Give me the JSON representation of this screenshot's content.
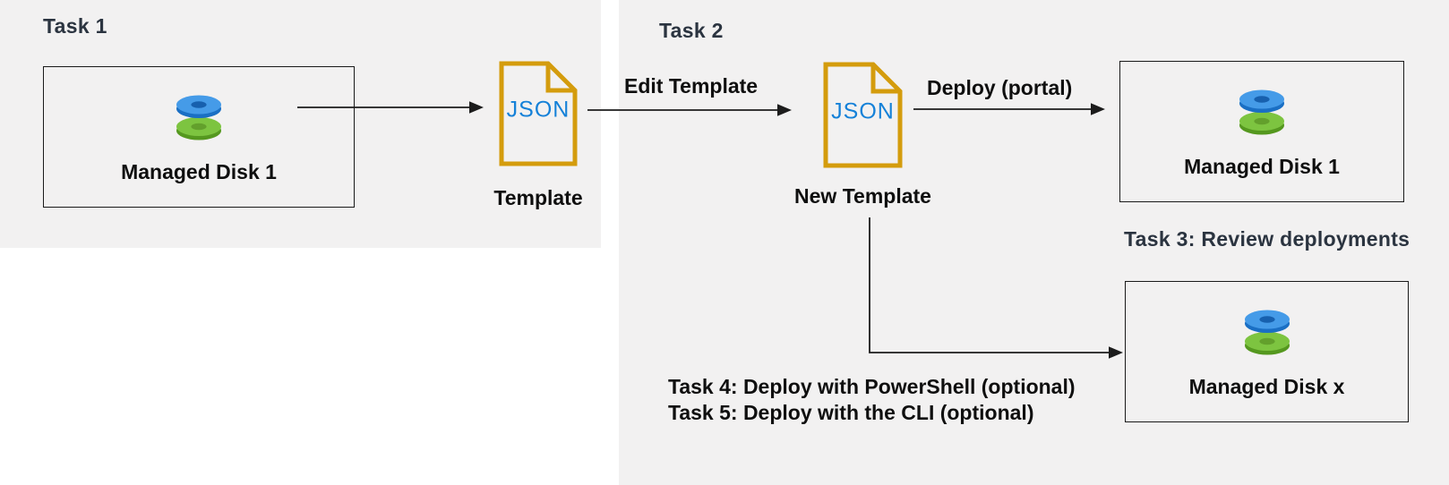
{
  "task1": {
    "title": "Task 1",
    "disk_box_label": "Managed Disk 1",
    "template_file_text": "JSON",
    "template_caption": "Template"
  },
  "task2": {
    "title": "Task 2",
    "edit_arrow_label": "Edit Template",
    "template_file_text": "JSON",
    "template_caption": "New Template",
    "deploy_arrow_label": "Deploy (portal)",
    "portal_disk_box_label": "Managed Disk 1",
    "task3_caption": "Task 3: Review deployments",
    "optional_disk_box_label": "Managed Disk x",
    "task4_caption": "Task 4: Deploy with PowerShell (optional)",
    "task5_caption": "Task 5: Deploy with the CLI (optional)"
  },
  "colors": {
    "panel_bg": "#f2f1f1",
    "doc_outline": "#d49c0d",
    "json_text_blue": "#1581d8",
    "task_title_text": "#2b3440",
    "label_text": "#0f0f0f",
    "arrow": "#1c1c1c",
    "disk_blue_top": "#459be8",
    "disk_blue_side": "#1a6fc4",
    "disk_blue_hole": "#1760ae",
    "disk_green_top": "#7dc440",
    "disk_green_side": "#55981f",
    "disk_green_hole": "#63a02c"
  }
}
